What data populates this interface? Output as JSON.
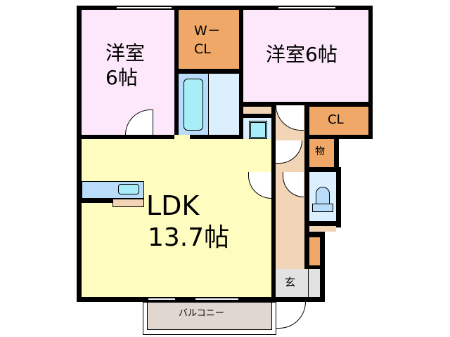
{
  "rooms": {
    "western_left": {
      "name": "洋室",
      "size": "6帖"
    },
    "walk_in_closet": {
      "line1": "W－",
      "line2": "CL"
    },
    "western_right": {
      "label": "洋室6帖"
    },
    "closet": {
      "label": "CL"
    },
    "storage": {
      "label": "物"
    },
    "ldk": {
      "name": "LDK",
      "size": "13.7帖"
    },
    "entrance": {
      "label": "玄"
    },
    "balcony": {
      "label": "バルコニー"
    }
  },
  "colors": {
    "western": "#fde8fb",
    "closet": "#f0a868",
    "water": "#dcefff",
    "ldk": "#fffcc0",
    "hall": "#f2d4b6",
    "entrance": "#e2e2e2",
    "balcony": "#e0d8d0"
  }
}
